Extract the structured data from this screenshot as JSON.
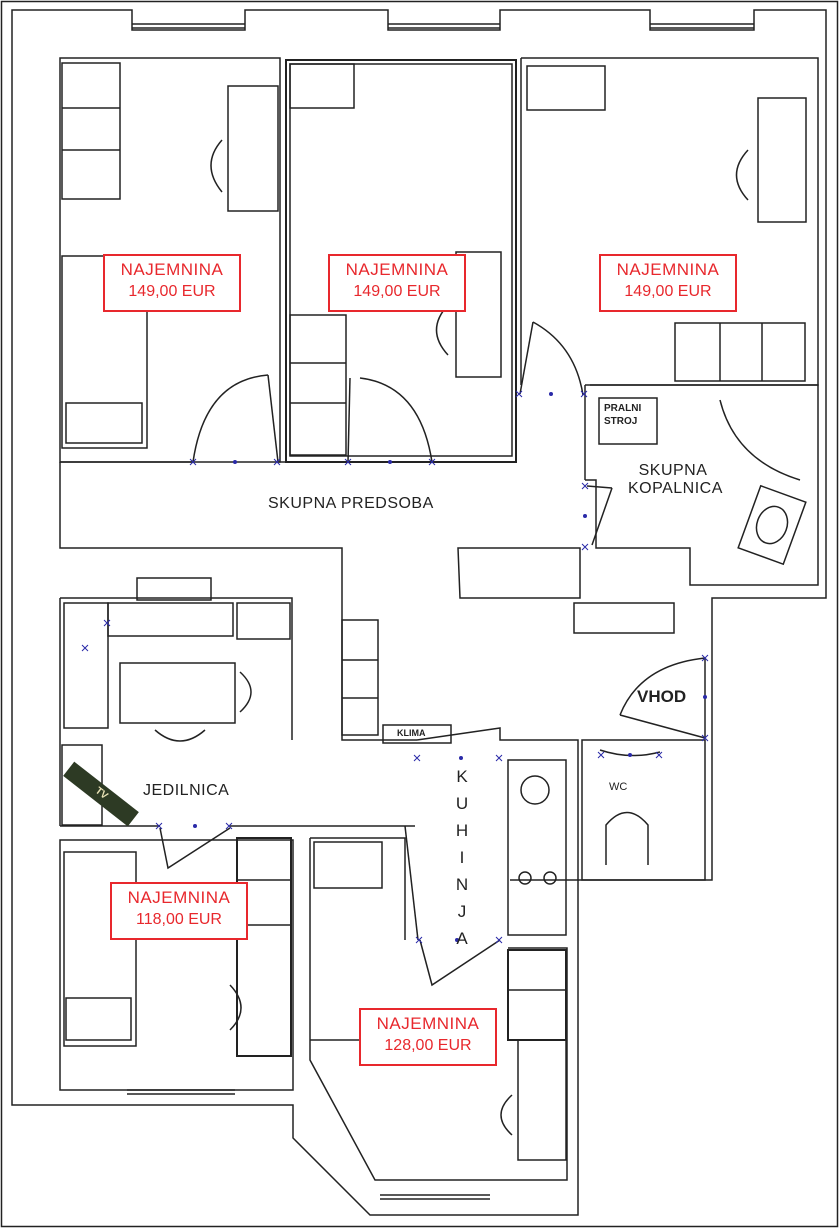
{
  "rooms": {
    "room1": {
      "title": "NAJEMNINA",
      "price": "149,00 EUR"
    },
    "room2": {
      "title": "NAJEMNINA",
      "price": "149,00 EUR"
    },
    "room3": {
      "title": "NAJEMNINA",
      "price": "149,00 EUR"
    },
    "room4": {
      "title": "NAJEMNINA",
      "price": "118,00 EUR"
    },
    "room5": {
      "title": "NAJEMNINA",
      "price": "128,00 EUR"
    }
  },
  "labels": {
    "hall": "SKUPNA PREDSOBA",
    "bathroom_line1": "SKUPNA",
    "bathroom_line2": "KOPALNICA",
    "washer_line1": "PRALNI",
    "washer_line2": "STROJ",
    "dining": "JEDILNICA",
    "entrance": "VHOD",
    "wc": "WC",
    "klima": "KLIMA",
    "tv": "TV",
    "kitchen_letters": [
      "K",
      "U",
      "H",
      "I",
      "N",
      "J",
      "A"
    ]
  },
  "colors": {
    "wall": "#222222",
    "price": "#e8282d",
    "marker": "#2a2aa8"
  }
}
